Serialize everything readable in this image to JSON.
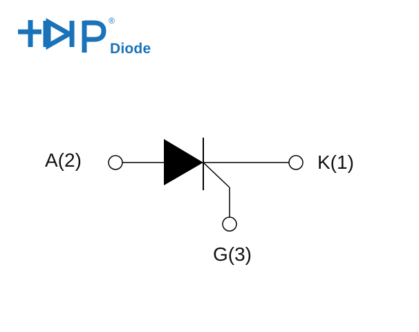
{
  "logo": {
    "brand_name": "Diode",
    "registered_mark": "®",
    "logo_graphic": "TDP-diode-logo",
    "brand_color": "#1a73b8"
  },
  "symbol": {
    "component": "thyristor",
    "line_color": "#000000",
    "pins": {
      "anode": "A(2)",
      "cathode": "K(1)",
      "gate": "G(3)"
    }
  }
}
